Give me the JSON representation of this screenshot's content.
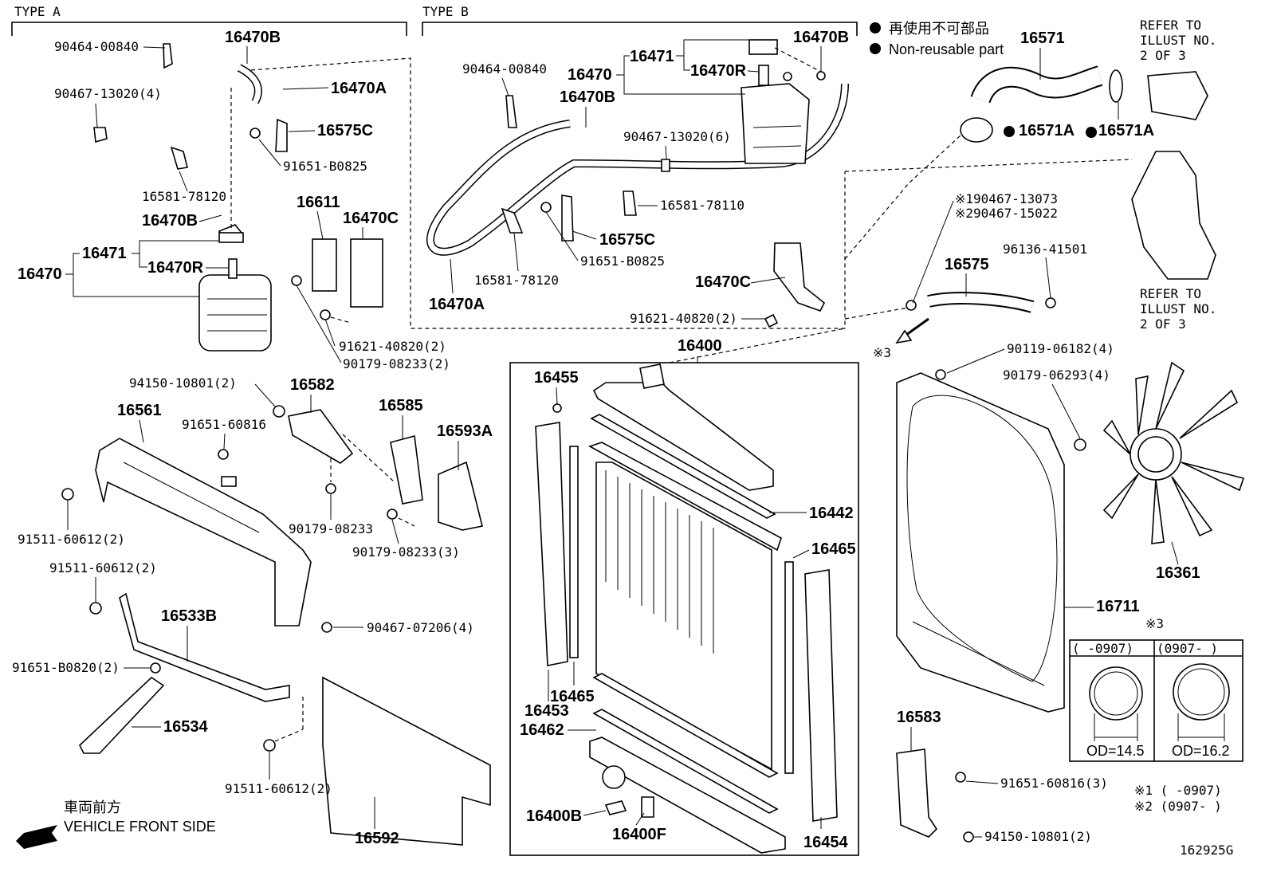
{
  "sections": {
    "type_a": "TYPE A",
    "type_b": "TYPE B"
  },
  "legend": {
    "jp": "再使用不可部品",
    "en": "Non-reusable part"
  },
  "refer_top": [
    "REFER TO",
    "ILLUST NO.",
    "2 OF 3"
  ],
  "refer_mid": [
    "REFER TO",
    "ILLUST NO.",
    "2 OF 3"
  ],
  "labels": {
    "a_90464_00840": "90464-00840",
    "a_16470B_top": "16470B",
    "a_90467_13020_4": "90467-13020(4)",
    "a_16470A": "16470A",
    "a_16575C": "16575C",
    "a_91651_B0825": "91651-B0825",
    "a_16581_78120": "16581-78120",
    "a_16470B_mid": "16470B",
    "a_16611": "16611",
    "a_16470C": "16470C",
    "a_16471": "16471",
    "a_16470": "16470",
    "a_16470R": "16470R",
    "a_91621_40820_2": "91621-40820(2)",
    "a_90179_08233_2": "90179-08233(2)",
    "b_90464_00840": "90464-00840",
    "b_16471": "16471",
    "b_16470B_top": "16470B",
    "b_16470": "16470",
    "b_16470R": "16470R",
    "b_16470B_mid": "16470B",
    "b_90467_13020_6": "90467-13020(6)",
    "b_16581_78110": "16581-78110",
    "b_16575C": "16575C",
    "b_91651_B0825": "91651-B0825",
    "b_16581_78120": "16581-78120",
    "b_16470A": "16470A",
    "b_16470C": "16470C",
    "b_91621_40820_2": "91621-40820(2)",
    "p16571": "16571",
    "p16571A_1": "16571A",
    "p16571A_2": "16571A",
    "p190467_13073": "※190467-13073",
    "p290467_15022": "※290467-15022",
    "p16575": "16575",
    "p96136_41501": "96136-41501",
    "star3_a": "※3",
    "p16400": "16400",
    "p16455": "16455",
    "p16442": "16442",
    "p16465_r": "16465",
    "p16465_l": "16465",
    "p16453": "16453",
    "p16462": "16462",
    "p16400B": "16400B",
    "p16400F": "16400F",
    "p16454": "16454",
    "p90119_06182_4": "90119-06182(4)",
    "p90179_06293_4": "90179-06293(4)",
    "p16361": "16361",
    "p16711": "16711",
    "star3_b": "※3",
    "p16583": "16583",
    "p91651_60816_3": "91651-60816(3)",
    "p94150_10801_2_r": "94150-10801(2)",
    "p94150_10801_2_l": "94150-10801(2)",
    "p16582": "16582",
    "p16561": "16561",
    "p91651_60816": "91651-60816",
    "p16585": "16585",
    "p16593A": "16593A",
    "p91511_60612_2_a": "91511-60612(2)",
    "p90179_08233": "90179-08233",
    "p90179_08233_3": "90179-08233(3)",
    "p91511_60612_2_b": "91511-60612(2)",
    "p16533B": "16533B",
    "p90467_07206_4": "90467-07206(4)",
    "p91651_B0820_2": "91651-B0820(2)",
    "p16534": "16534",
    "p91511_60612_2_c": "91511-60612(2)",
    "p16592": "16592"
  },
  "od_table": {
    "col1_range": "(      -0907)",
    "col2_range": "(0907-      )",
    "col1_od": "OD=14.5",
    "col2_od": "OD=16.2"
  },
  "footnotes": {
    "n1": "※1 (      -0907)",
    "n2": "※2 (0907-      )"
  },
  "front": {
    "jp": "車両前方",
    "en": "VEHICLE FRONT SIDE"
  },
  "diagram_id": "162925G"
}
